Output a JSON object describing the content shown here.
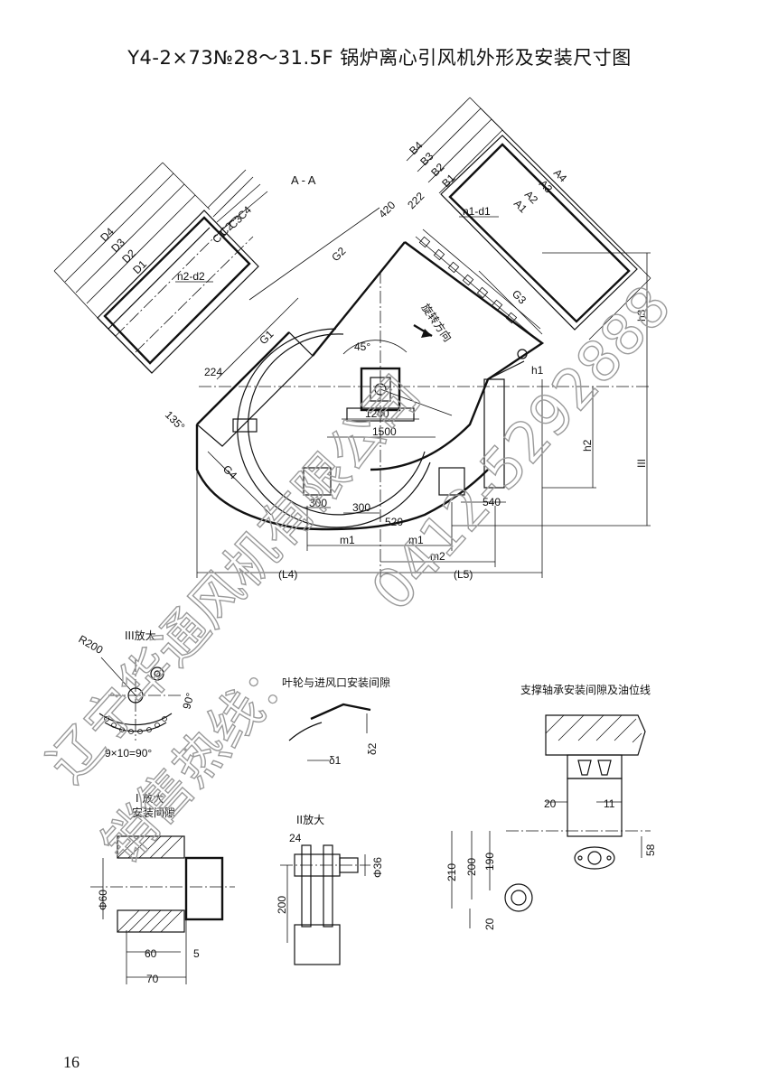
{
  "title": "Y4-2×73№28～31.5F 锅炉离心引风机外形及安装尺寸图",
  "page_number": "16",
  "section_label": "A - A",
  "dimension_labels": {
    "inlet": [
      "D4",
      "D3",
      "D2",
      "D1",
      "C4",
      "C3",
      "C2",
      "C1",
      "n2-d2"
    ],
    "outlet": [
      "B4",
      "B3",
      "B2",
      "B1",
      "A4",
      "A3",
      "A2",
      "A1",
      "n1-d1"
    ],
    "body": [
      "420",
      "222",
      "G2",
      "G1",
      "G3",
      "G4",
      "224",
      "45°",
      "135°",
      "1200",
      "1500",
      "h3",
      "h1",
      "h2",
      "III",
      "300",
      "300",
      "520",
      "540",
      "m1",
      "m1",
      "m2",
      "(L4)",
      "(L5)"
    ]
  },
  "rotation_label": "旋转方向",
  "detail_iii": {
    "title": "III放大",
    "r": "R200",
    "angle": "90°",
    "holes": "9×10=90°"
  },
  "detail_gap": {
    "title": "叶轮与进风口安装间隙",
    "d1": "δ1",
    "d2": "δ2"
  },
  "detail_i": {
    "title1": "I 放大",
    "title2": "安装间隙",
    "dia": "Φ60",
    "w60": "60",
    "w5": "5",
    "w70": "70"
  },
  "detail_ii": {
    "title": "II放大",
    "d24": "24",
    "d36": "Φ36",
    "d200": "200"
  },
  "detail_bearing": {
    "title": "支撑轴承安装间隙及油位线",
    "d20a": "20",
    "d11": "11",
    "d58": "58",
    "d210": "210",
    "d200": "200",
    "d190": "190",
    "d20b": "20"
  },
  "watermark": {
    "company": "辽宁华通风机有限公司",
    "phone": "0412-5292888",
    "hotline": "销售热线："
  }
}
